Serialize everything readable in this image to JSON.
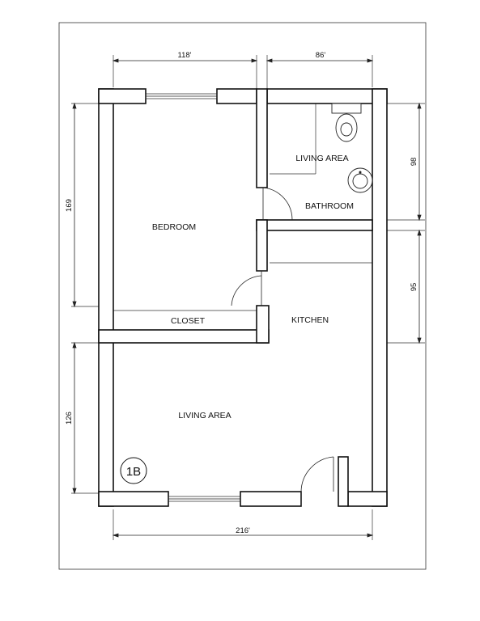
{
  "rooms": {
    "bedroom": "BEDROOM",
    "living_top": "LIVING AREA",
    "bathroom": "BATHROOM",
    "closet": "CLOSET",
    "kitchen": "KITCHEN",
    "living_bottom": "LIVING AREA"
  },
  "dimensions": {
    "top_left": "118'",
    "top_right": "86'",
    "bottom": "216'",
    "left_upper": "169",
    "left_lower": "126",
    "right_upper": "98",
    "right_lower": "95"
  },
  "unit_badge": "1B"
}
